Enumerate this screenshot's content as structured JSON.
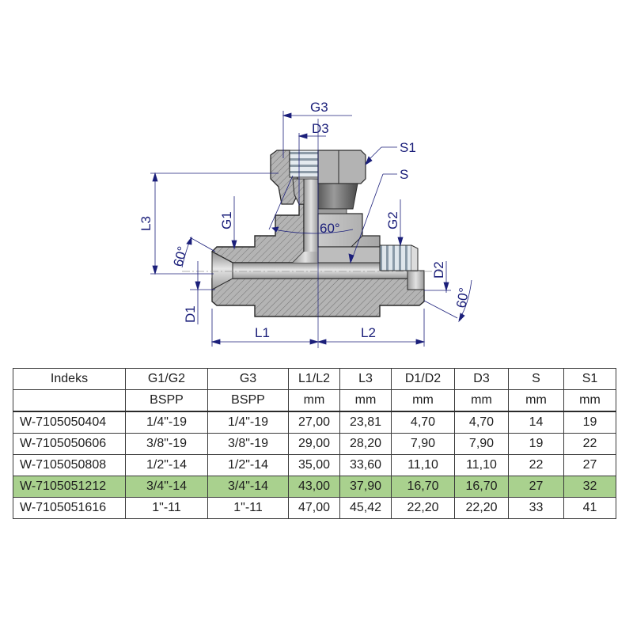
{
  "drawing": {
    "labels": {
      "g3": "G3",
      "d3": "D3",
      "s1": "S1",
      "s": "S",
      "l3": "L3",
      "g1": "G1",
      "g2": "G2",
      "angle_center": "60°",
      "angle_left": "60°",
      "angle_right": "60°",
      "d1": "D1",
      "d2": "D2",
      "l1": "L1",
      "l2": "L2"
    },
    "colors": {
      "dimension": "#1b1f7a",
      "body_fill": "#b9b9b9",
      "section_fill": "#a8a8a8",
      "outline": "#2a2a2a"
    }
  },
  "table": {
    "highlight_color": "#a9d18e",
    "headers": [
      "Indeks",
      "G1/G2",
      "G3",
      "L1/L2",
      "L3",
      "D1/D2",
      "D3",
      "S",
      "S1"
    ],
    "units": [
      "",
      "BSPP",
      "BSPP",
      "mm",
      "mm",
      "mm",
      "mm",
      "mm",
      "mm"
    ],
    "rows": [
      {
        "cells": [
          "W-7105050404",
          "1/4\"-19",
          "1/4\"-19",
          "27,00",
          "23,81",
          "4,70",
          "4,70",
          "14",
          "19"
        ]
      },
      {
        "cells": [
          "W-7105050606",
          "3/8\"-19",
          "3/8\"-19",
          "29,00",
          "28,20",
          "7,90",
          "7,90",
          "19",
          "22"
        ]
      },
      {
        "cells": [
          "W-7105050808",
          "1/2\"-14",
          "1/2\"-14",
          "35,00",
          "33,60",
          "11,10",
          "11,10",
          "22",
          "27"
        ]
      },
      {
        "cells": [
          "W-7105051212",
          "3/4\"-14",
          "3/4\"-14",
          "43,00",
          "37,90",
          "16,70",
          "16,70",
          "27",
          "32"
        ],
        "highlighted": true
      },
      {
        "cells": [
          "W-7105051616",
          "1\"-11",
          "1\"-11",
          "47,00",
          "45,42",
          "22,20",
          "22,20",
          "33",
          "41"
        ]
      }
    ]
  }
}
